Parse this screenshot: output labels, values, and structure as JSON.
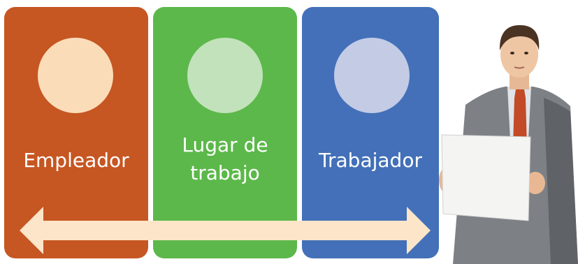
{
  "panels": [
    {
      "label": "Empleador",
      "color": "#c65622",
      "circle_color": "#fbdcb9"
    },
    {
      "label": "Lugar de\ntrabajo",
      "color": "#5cb84a",
      "circle_color": "#c2e2bb"
    },
    {
      "label": "Trabajador",
      "color": "#4370b8",
      "circle_color": "#c3cbe5"
    }
  ],
  "arrow": {
    "direction": "bidirectional",
    "color": "#fce5c8"
  },
  "photo": {
    "subject": "businessman-holding-blank-sign"
  }
}
